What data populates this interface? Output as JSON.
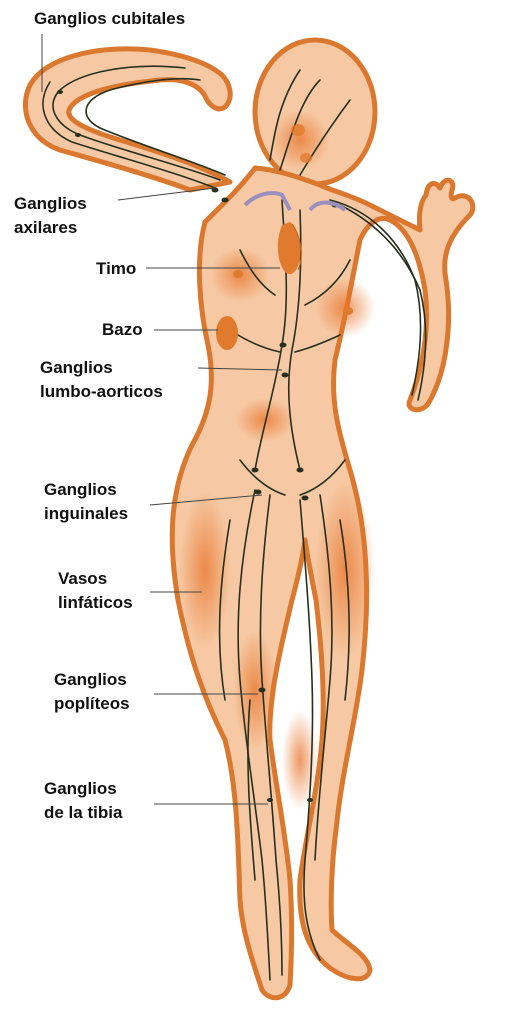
{
  "colors": {
    "skin_fill": "#f6c9a4",
    "skin_outline": "#d9782e",
    "glow": "#e8742a",
    "vessel": "#27301f",
    "organ": "#e07a2c",
    "artery_purple": "#9b8fbf"
  },
  "labels": [
    {
      "id": "cubitales",
      "lines": [
        "Ganglios cubitales"
      ]
    },
    {
      "id": "axilares",
      "lines": [
        "Ganglios",
        "axilares"
      ]
    },
    {
      "id": "timo",
      "lines": [
        "Timo"
      ]
    },
    {
      "id": "bazo",
      "lines": [
        "Bazo"
      ]
    },
    {
      "id": "lumbo",
      "lines": [
        "Ganglios",
        "lumbo-aorticos"
      ]
    },
    {
      "id": "inguinales",
      "lines": [
        "Ganglios",
        "inguinales"
      ]
    },
    {
      "id": "vasos",
      "lines": [
        "Vasos",
        "linfáticos"
      ]
    },
    {
      "id": "popliteos",
      "lines": [
        "Ganglios",
        "poplíteos"
      ]
    },
    {
      "id": "tibia",
      "lines": [
        "Ganglios",
        "de la tibia"
      ]
    }
  ]
}
